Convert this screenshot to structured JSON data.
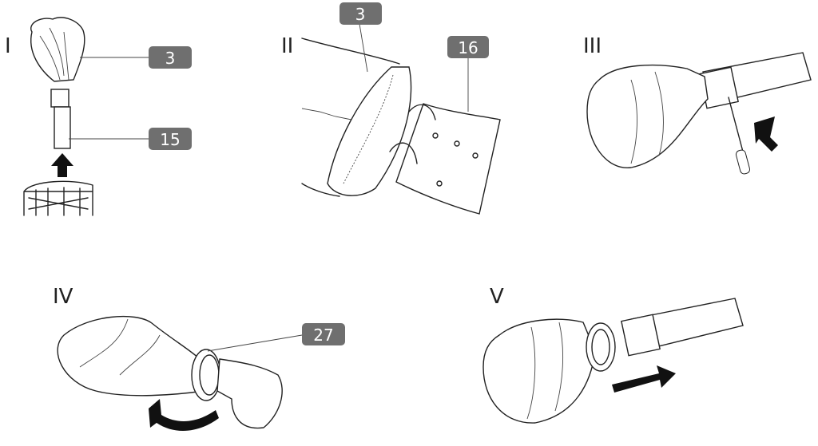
{
  "steps": [
    {
      "numeral": "I",
      "callouts": [
        "3",
        "15"
      ]
    },
    {
      "numeral": "II",
      "callouts": [
        "3",
        "16"
      ]
    },
    {
      "numeral": "III",
      "callouts": []
    },
    {
      "numeral": "IV",
      "callouts": [
        "27"
      ]
    },
    {
      "numeral": "V",
      "callouts": []
    }
  ],
  "colors": {
    "badge": "#6f6f6f",
    "badge_text": "#ffffff",
    "line": "#222222"
  }
}
